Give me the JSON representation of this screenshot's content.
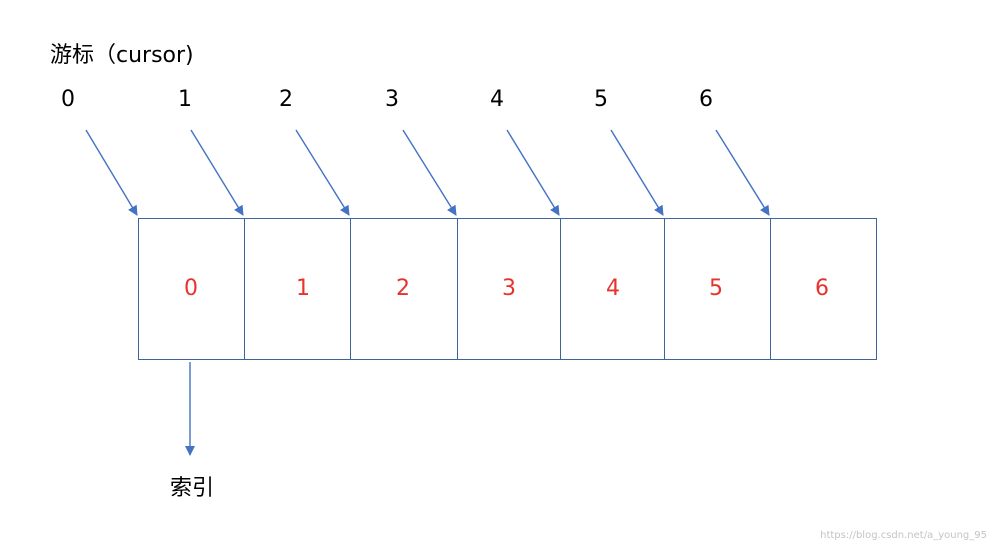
{
  "title": "游标（cursor)",
  "cursors": [
    "0",
    "1",
    "2",
    "3",
    "4",
    "5",
    "6"
  ],
  "cells": [
    "0",
    "1",
    "2",
    "3",
    "4",
    "5",
    "6"
  ],
  "index_label": "索引",
  "watermark": "https://blog.csdn.net/a_young_95",
  "colors": {
    "cell_border": "#3f6498",
    "arrow": "#4472c4",
    "cell_value": "#e8322c",
    "label_text": "#000000"
  }
}
